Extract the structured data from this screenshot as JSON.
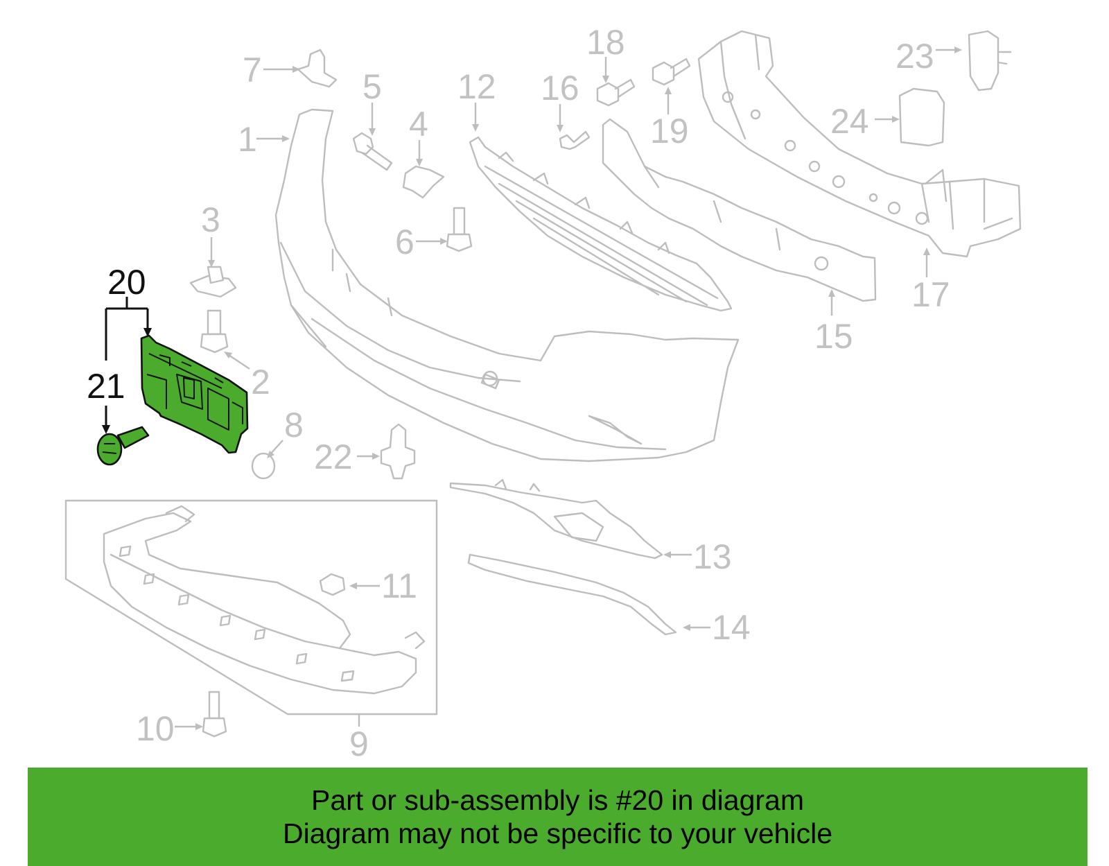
{
  "callouts": {
    "c1": "1",
    "c2": "2",
    "c3": "3",
    "c4": "4",
    "c5": "5",
    "c6": "6",
    "c7": "7",
    "c8": "8",
    "c9": "9",
    "c10": "10",
    "c11": "11",
    "c12": "12",
    "c13": "13",
    "c14": "14",
    "c15": "15",
    "c16": "16",
    "c17": "17",
    "c18": "18",
    "c19": "19",
    "c20": "20",
    "c21": "21",
    "c22": "22",
    "c23": "23",
    "c24": "24"
  },
  "highlight": {
    "part": "20",
    "color": "#4aab2c"
  },
  "banner": {
    "line1": "Part or sub-assembly is #20 in diagram",
    "line2": "Diagram may not be specific to your vehicle",
    "background": "#4aab2c"
  }
}
